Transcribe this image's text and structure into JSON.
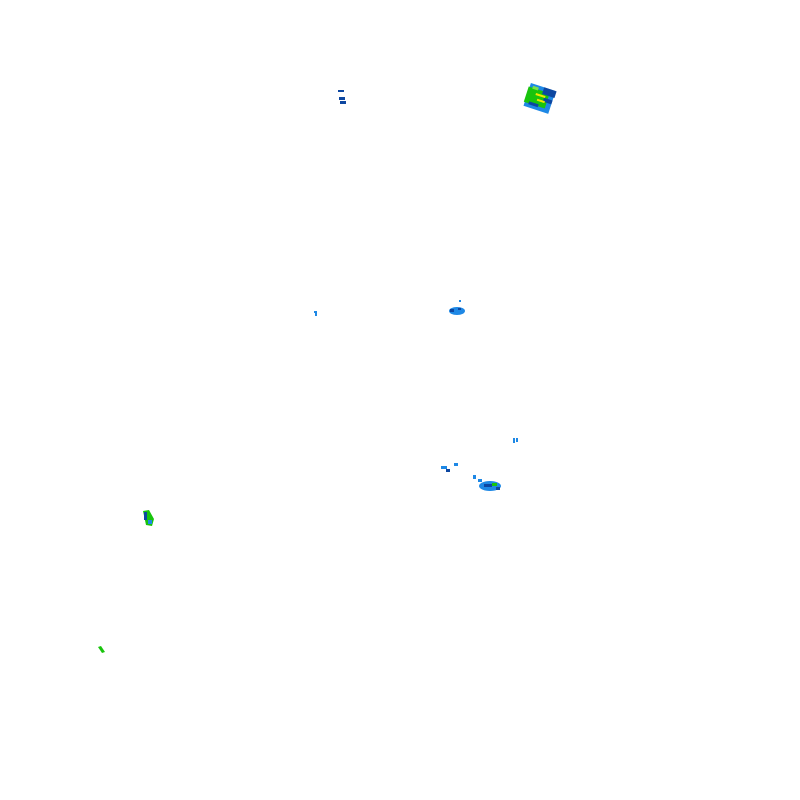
{
  "radar_overlay": {
    "background": "#ffffff",
    "legend_colors": {
      "light": "#1e88e5",
      "moderate": "#0d47a1",
      "heavy": "#18c40c",
      "intense": "#f2e600"
    },
    "cells": [
      {
        "id": "cell-north-small",
        "intensity": "moderate"
      },
      {
        "id": "cell-north-east",
        "intensity": "intense"
      },
      {
        "id": "cell-center-west",
        "intensity": "light"
      },
      {
        "id": "cell-center",
        "intensity": "light"
      },
      {
        "id": "cell-east-upper",
        "intensity": "light"
      },
      {
        "id": "cell-east-cluster",
        "intensity": "heavy"
      },
      {
        "id": "cell-west",
        "intensity": "heavy"
      },
      {
        "id": "cell-southwest",
        "intensity": "heavy"
      }
    ]
  }
}
